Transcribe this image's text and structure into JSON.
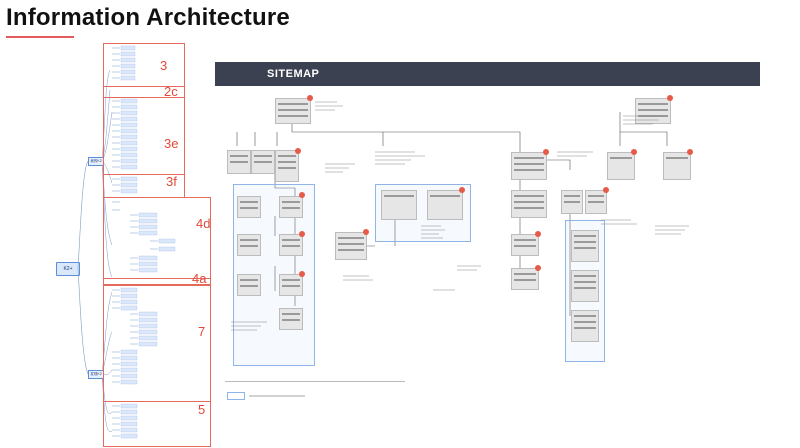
{
  "title": "Information Architecture",
  "sitemap": {
    "title": "SITEMAP"
  },
  "mindmap": {
    "root": "K2+",
    "branches": [
      "我的K2",
      "发现K2"
    ],
    "region_labels": [
      "3",
      "2c",
      "3e",
      "3f",
      "4d",
      "4a",
      "7",
      "5"
    ]
  },
  "colors": {
    "accent": "#e55a5a",
    "header_bg": "#3b4150",
    "node_blue": "#5b8fd6",
    "pin_red": "#e65a4a"
  }
}
